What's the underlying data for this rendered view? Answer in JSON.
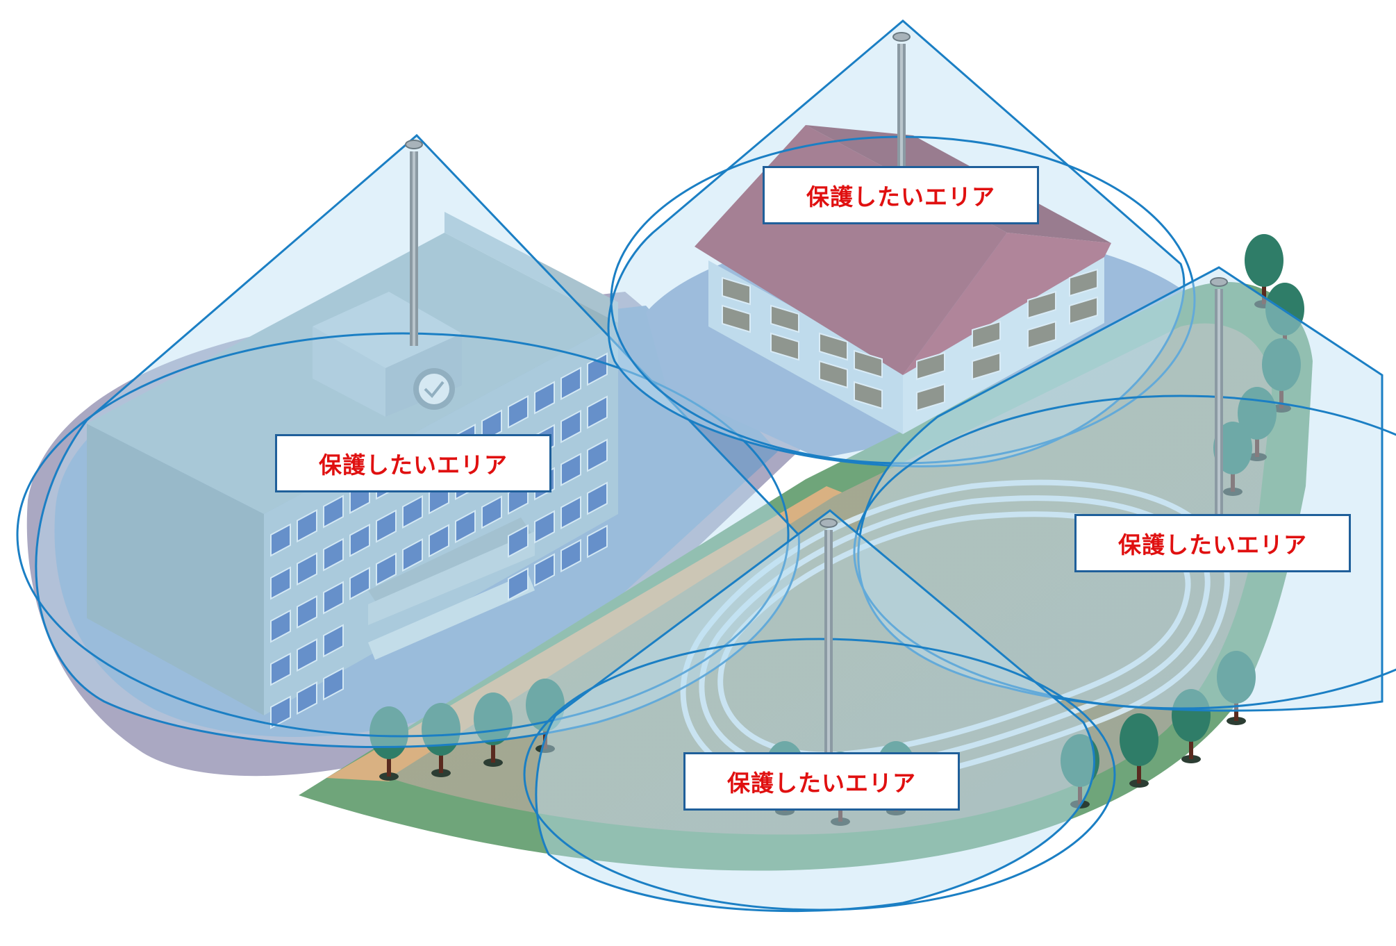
{
  "labels": [
    {
      "id": "protected-area-main-building",
      "text": "保護したいエリア"
    },
    {
      "id": "protected-area-gymnasium",
      "text": "保護したいエリア"
    },
    {
      "id": "protected-area-field-east",
      "text": "保護したいエリア"
    },
    {
      "id": "protected-area-field-south",
      "text": "保護したいエリア"
    }
  ],
  "colors": {
    "label_text": "#e01010",
    "label_border": "#1f5f9a",
    "coverage_fill": "#bde0f5",
    "coverage_stroke": "#1b7fc4",
    "ground": "#7f9fc6",
    "field": "#a3a890",
    "grass": "#6fa57a",
    "roof": "#923246",
    "tree": "#2f7d68"
  }
}
